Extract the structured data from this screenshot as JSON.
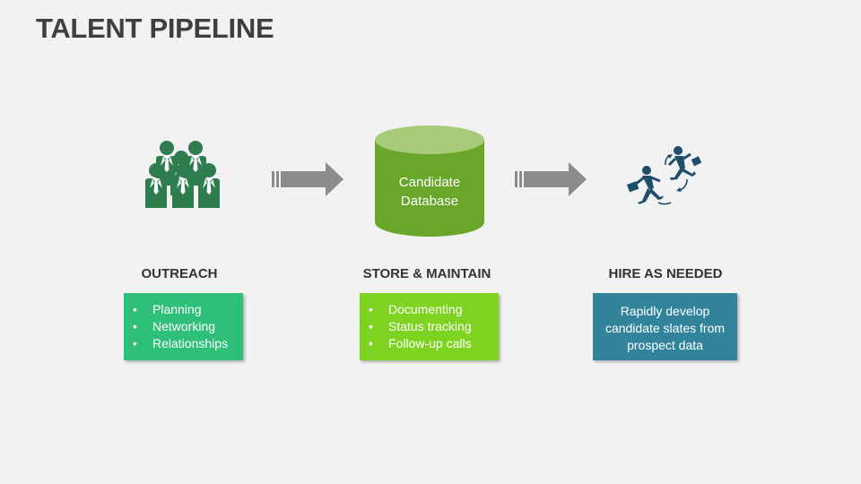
{
  "title": "TALENT PIPELINE",
  "stages": [
    {
      "name": "OUTREACH",
      "icon": "people-group-icon",
      "color": "#2ebf79",
      "items": [
        "Planning",
        "Networking",
        "Relationships"
      ]
    },
    {
      "name": "STORE & MAINTAIN",
      "icon": "database-icon",
      "color": "#7ed321",
      "items": [
        "Documenting",
        "Status tracking",
        "Follow-up calls"
      ]
    },
    {
      "name": "HIRE AS NEEDED",
      "icon": "running-businessmen-icon",
      "color": "#31849b",
      "description": "Rapidly develop candidate slates from prospect data"
    }
  ],
  "database": {
    "line1": "Candidate",
    "line2": "Database"
  }
}
